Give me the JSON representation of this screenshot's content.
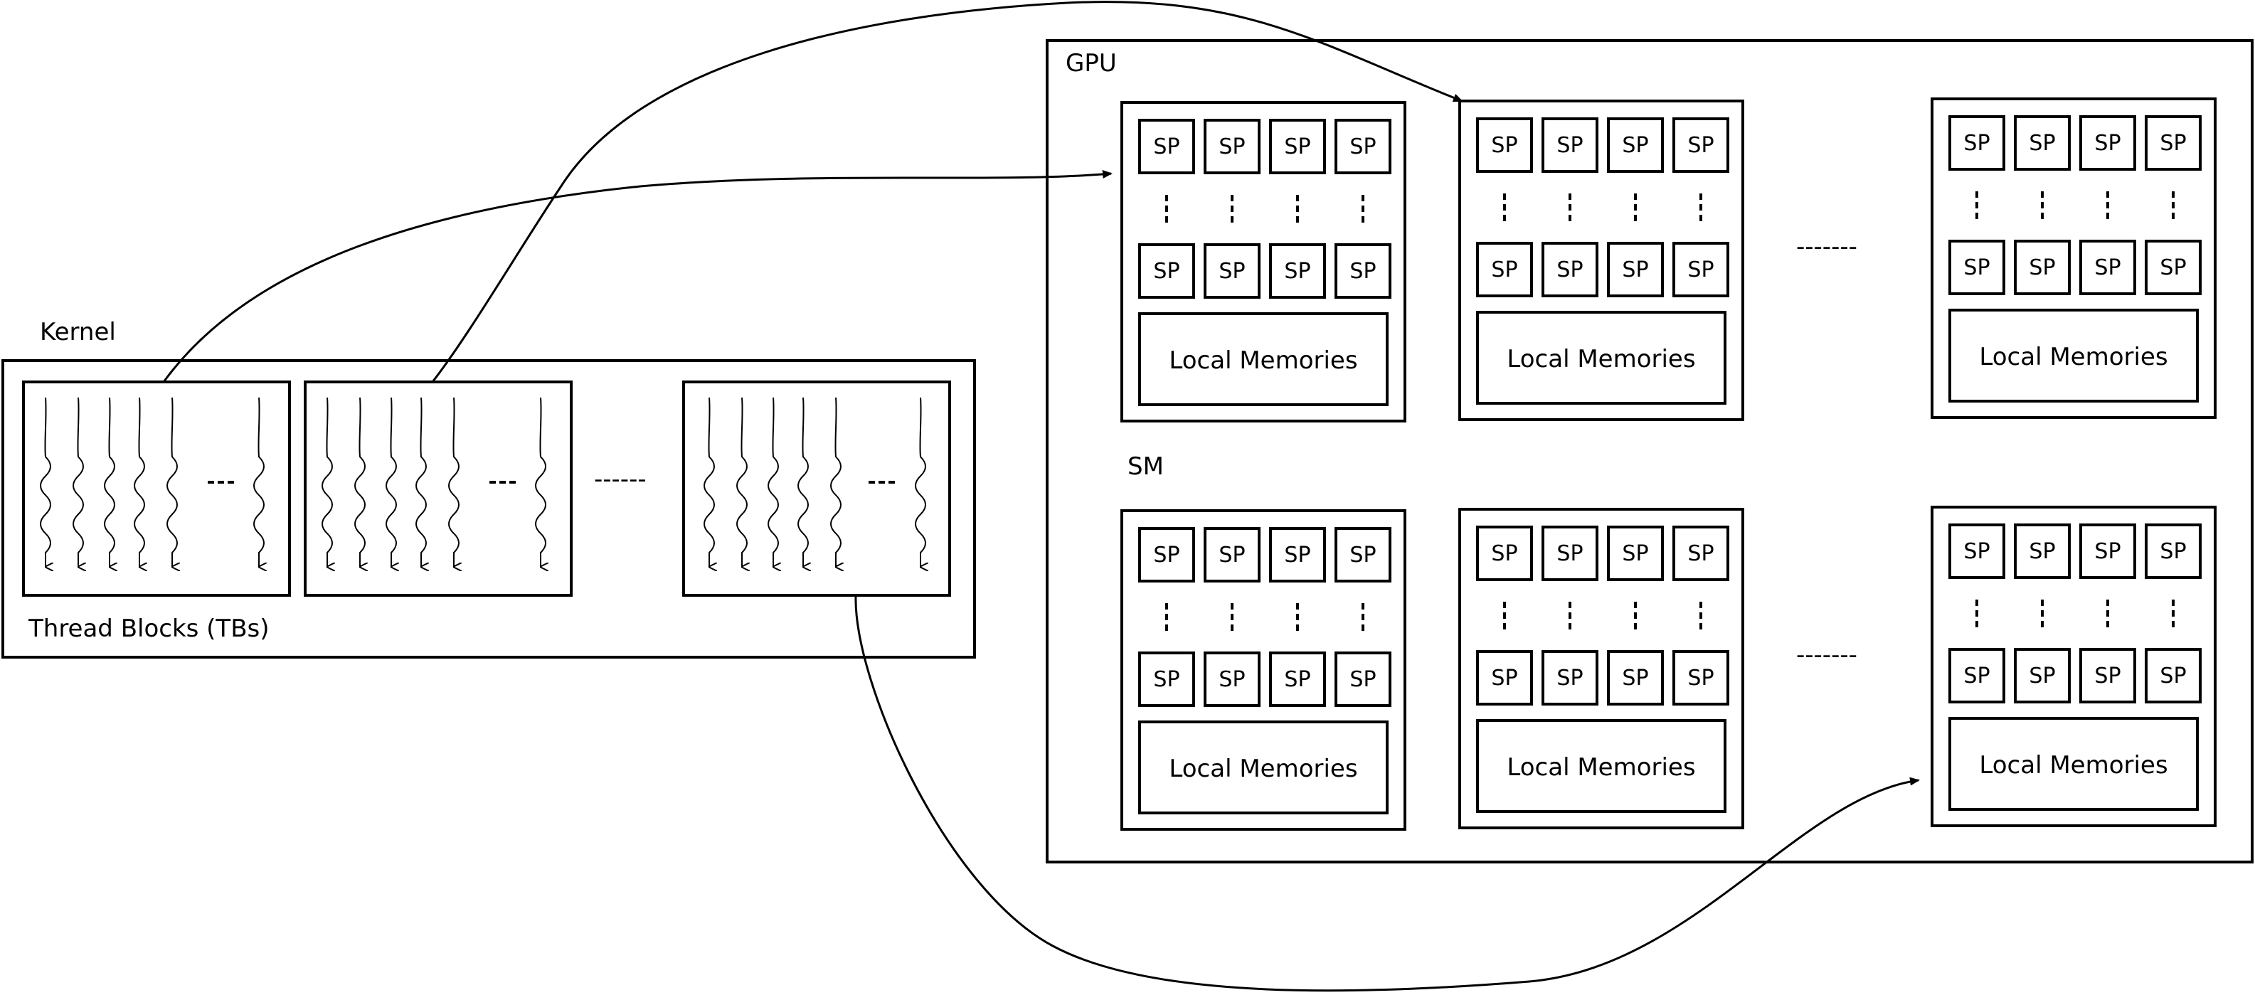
{
  "kernel": {
    "label": "Kernel",
    "blocks_caption": "Thread Blocks (TBs)",
    "block_ellipsis": "------"
  },
  "gpu": {
    "label": "GPU",
    "sm_label": "SM",
    "sp_label": "SP",
    "memory_label": "Local Memories",
    "row_ellipsis": "-------"
  }
}
